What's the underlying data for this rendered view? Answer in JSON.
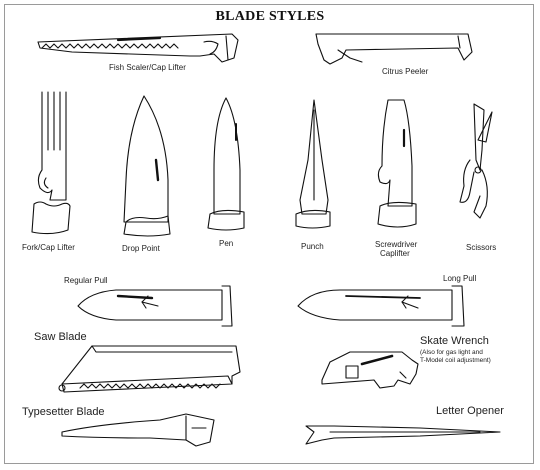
{
  "title": "BLADE STYLES",
  "blades": {
    "fish_scaler": "Fish Scaler/Cap Lifter",
    "citrus_peeler": "Citrus Peeler",
    "fork": "Fork/Cap Lifter",
    "drop_point": "Drop Point",
    "pen": "Pen",
    "punch": "Punch",
    "screwdriver_line1": "Screwdriver",
    "screwdriver_line2": "Caplifter",
    "scissors": "Scissors",
    "regular_pull": "Regular Pull",
    "long_pull": "Long Pull",
    "saw_blade": "Saw Blade",
    "skate_wrench": "Skate Wrench",
    "skate_note_line1": "(Also for gas light and",
    "skate_note_line2": "T-Model coil adjustment)",
    "typesetter": "Typesetter Blade",
    "letter_opener": "Letter Opener"
  }
}
